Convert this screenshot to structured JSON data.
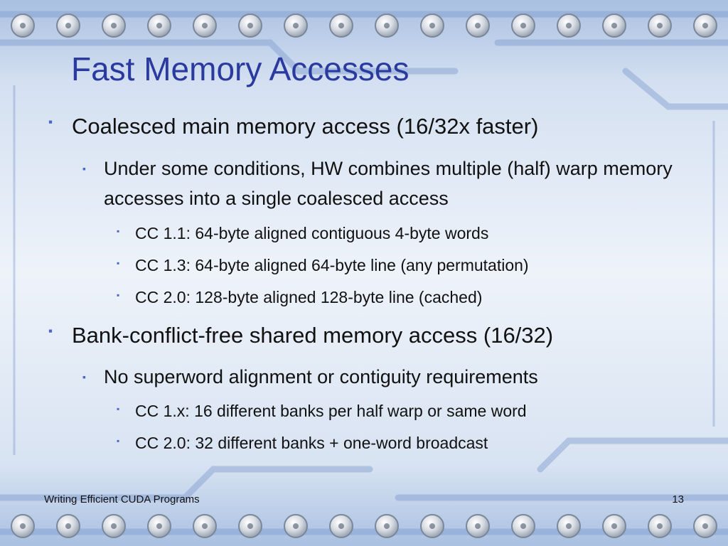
{
  "slide": {
    "title": "Fast Memory Accesses",
    "bullets": {
      "b1": "Coalesced main memory access (16/32x faster)",
      "b1_1": "Under some conditions, HW combines multiple (half) warp memory accesses into a single coalesced access",
      "b1_1_1": "CC 1.1: 64-byte aligned contiguous 4-byte words",
      "b1_1_2": "CC 1.3: 64-byte aligned 64-byte line (any permutation)",
      "b1_1_3": "CC 2.0: 128-byte aligned 128-byte line (cached)",
      "b2": "Bank-conflict-free shared memory access (16/32)",
      "b2_1": "No superword alignment or contiguity requirements",
      "b2_1_1": "CC 1.x: 16 different banks per half warp or same word",
      "b2_1_2": "CC 2.0: 32 different banks + one-word broadcast"
    },
    "bullet_marker": "▪",
    "footer": "Writing Efficient CUDA Programs",
    "page_number": "13"
  },
  "colors": {
    "title": "#2b3a9e",
    "bullet_marker": "#4a67c8",
    "background": "#c9d9ee",
    "text": "#111111"
  },
  "background_decoration": "circuit-board-pattern"
}
